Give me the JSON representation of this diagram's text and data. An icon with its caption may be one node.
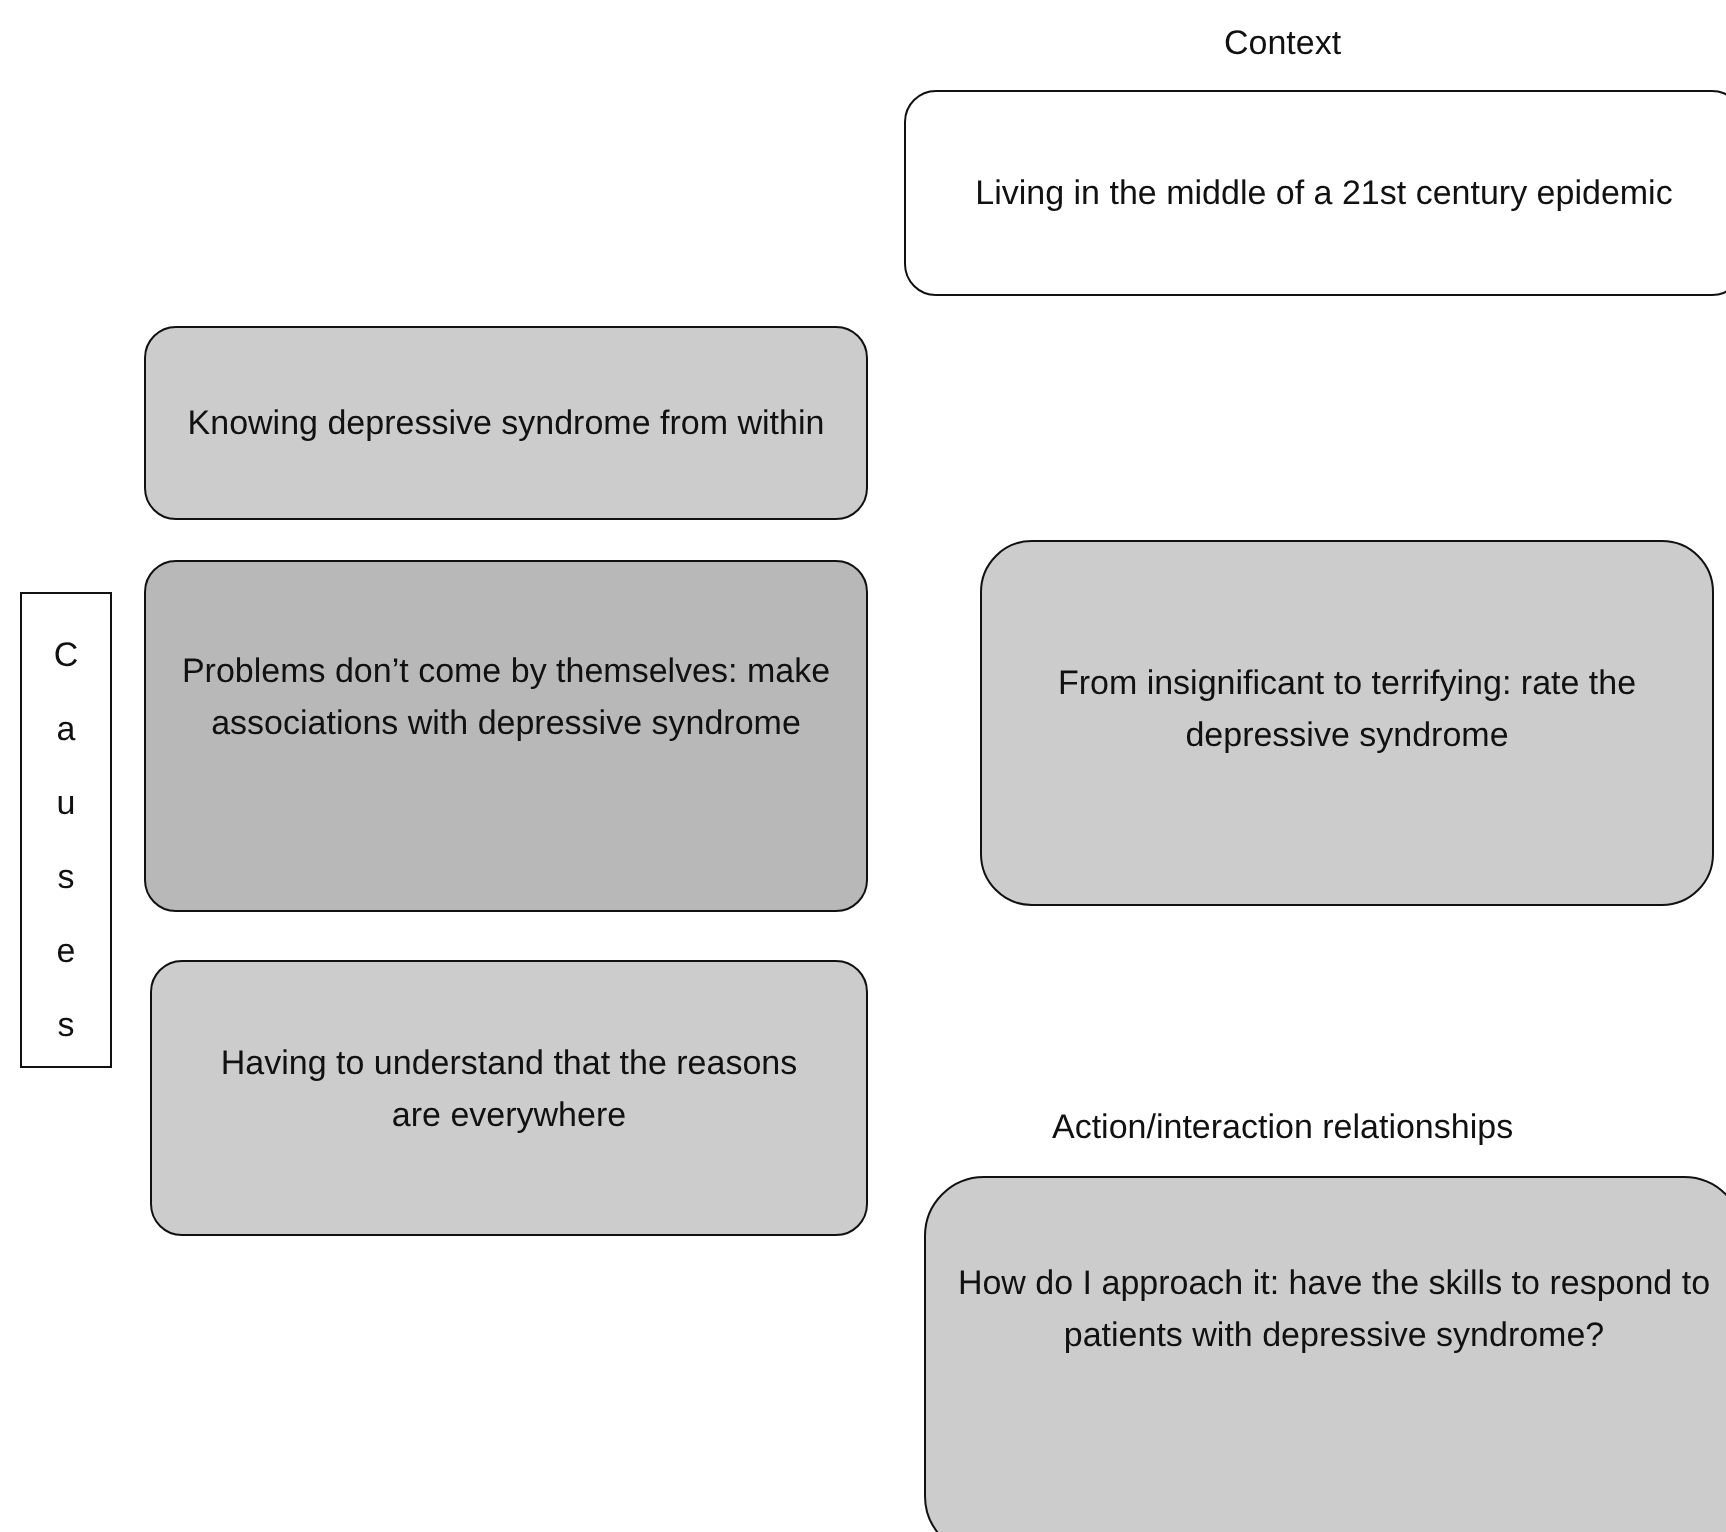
{
  "diagram": {
    "nodes": [
      {
        "text": [
          "Living in the middle of a 21st century epidemic"
        ]
      },
      {
        "text": [
          "Knowing depressive syndrome from within"
        ]
      },
      {
        "text": [
          "Causes"
        ]
      },
      {
        "text": [
          "Problems don’t come by themselves: make associations with depressive syndrome"
        ]
      },
      {
        "text": [
          "From insignificant to terrifying: rate the depressive syndrome"
        ]
      },
      {
        "text": [
          "Having to understand that the reasons are everywhere"
        ]
      },
      {
        "text": [
          "How do I approach it: have the skills to respond to patients with depressive syndrome?"
        ]
      }
    ],
    "labels": [
      "Context",
      "Action/interaction relationships"
    ]
  }
}
